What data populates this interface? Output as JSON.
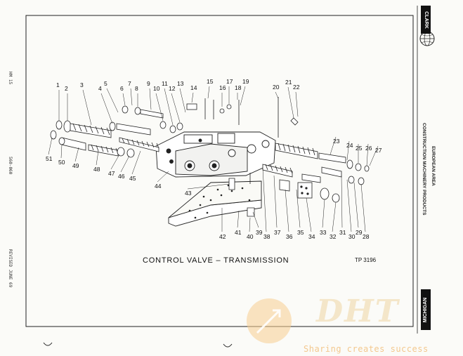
{
  "title": "CONTROL VALVE – TRANSMISSION",
  "plate_number": "TP 3196",
  "margin_left_top": "HM 15",
  "margin_left_middle": "560-060",
  "margin_left_bottom": "REVISED JUNE 69",
  "right_header_line1": "EUROPEAN AREA",
  "right_header_line2": "CONSTRUCTION MACHINERY PRODUCTS",
  "brand_top": "CLARK",
  "brand_bottom": "MICHIGAN",
  "watermark_logo": "DHT",
  "watermark_text": "Sharing creates success",
  "callouts": [
    "1",
    "2",
    "3",
    "4",
    "5",
    "6",
    "7",
    "8",
    "9",
    "10",
    "11",
    "12",
    "13",
    "14",
    "15",
    "16",
    "17",
    "18",
    "19",
    "20",
    "21",
    "22",
    "23",
    "24",
    "25",
    "26",
    "27",
    "28",
    "29",
    "30",
    "31",
    "32",
    "33",
    "34",
    "35",
    "36",
    "37",
    "38",
    "39",
    "40",
    "41",
    "42",
    "43",
    "44",
    "45",
    "46",
    "47",
    "48",
    "49",
    "50",
    "51"
  ]
}
